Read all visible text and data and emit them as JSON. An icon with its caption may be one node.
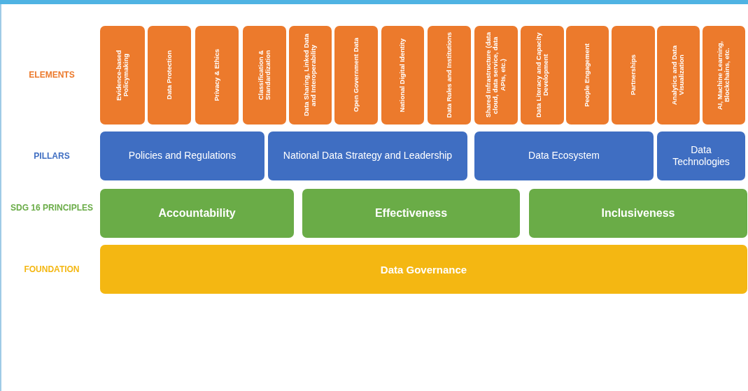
{
  "diagram": {
    "nodes": [
      {
        "text": [
          "Evidence-based Policymaking"
        ]
      },
      {
        "text": [
          "Data Protection"
        ]
      },
      {
        "text": [
          "Privacy & Ethics"
        ]
      },
      {
        "text": [
          "Classification & Standardization"
        ]
      },
      {
        "text": [
          "Data Sharing, Linked Data and Interoperability"
        ]
      },
      {
        "text": [
          "Open Government Data"
        ]
      },
      {
        "text": [
          "National Digital Identity"
        ]
      },
      {
        "text": [
          "Data Rules and Institutions"
        ]
      },
      {
        "text": [
          "Shared Infrastructure (data cloud, data service, data APIs, etc.)"
        ]
      },
      {
        "text": [
          "Data Literacy and Capacity Development"
        ]
      },
      {
        "text": [
          "People Engagement"
        ]
      },
      {
        "text": [
          "Partnerships"
        ]
      },
      {
        "text": [
          "Analytics and Data Visualization"
        ]
      },
      {
        "text": [
          "AI, Machine Learning, Blockchains, etc."
        ]
      },
      {
        "text": [
          "Policies and Regulations"
        ]
      },
      {
        "text": [
          "National Data Strategy and Leadership"
        ]
      },
      {
        "text": [
          "Data Ecosystem"
        ]
      },
      {
        "text": [
          "Data Technologies"
        ]
      },
      {
        "text": [
          "Accountability"
        ]
      },
      {
        "text": [
          "Effectiveness"
        ]
      },
      {
        "text": [
          "Inclusiveness"
        ]
      },
      {
        "text": [
          "Data Governance"
        ]
      }
    ],
    "labels": [
      "ELEMENTS",
      "PILLARS",
      "SDG 16 PRINCIPLES",
      "FOUNDATION"
    ]
  }
}
